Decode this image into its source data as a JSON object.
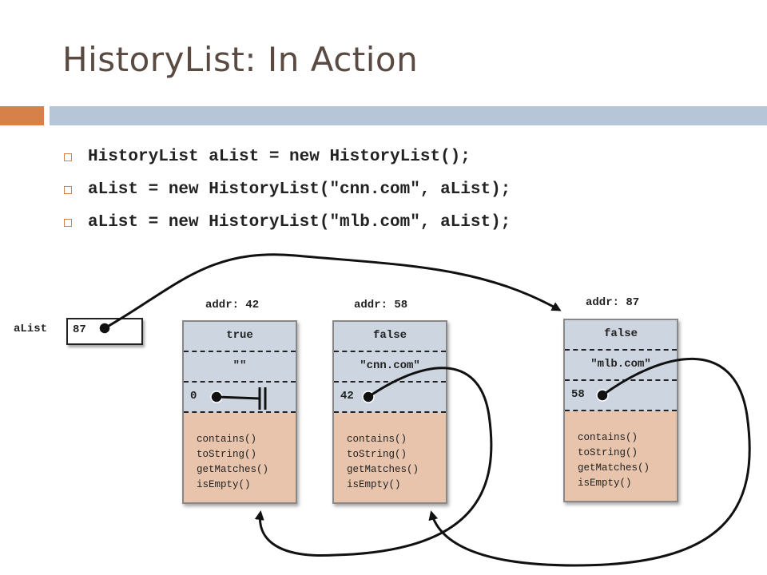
{
  "title": "HistoryList: In Action",
  "bullets": [
    "HistoryList aList = new HistoryList();",
    "aList = new HistoryList(\"cnn.com\", aList);",
    "aList = new HistoryList(\"mlb.com\", aList);"
  ],
  "variable": {
    "name": "aList",
    "value": "87"
  },
  "objects": [
    {
      "addr": "addr: 42",
      "isEmpty": "true",
      "data": "\"\"",
      "next": "0",
      "methods": [
        "contains()",
        "toString()",
        "getMatches()",
        "isEmpty()"
      ]
    },
    {
      "addr": "addr: 58",
      "isEmpty": "false",
      "data": "\"cnn.com\"",
      "next": "42",
      "methods": [
        "contains()",
        "toString()",
        "getMatches()",
        "isEmpty()"
      ]
    },
    {
      "addr": "addr: 87",
      "isEmpty": "false",
      "data": "\"mlb.com\"",
      "next": "58",
      "methods": [
        "contains()",
        "toString()",
        "getMatches()",
        "isEmpty()"
      ]
    }
  ],
  "colors": {
    "title": "#5a4a42",
    "accent_orange": "#d8804a",
    "accent_blue": "#b6c6d8",
    "field_fill": "#cdd6e0",
    "method_fill": "#e8c4ac"
  }
}
